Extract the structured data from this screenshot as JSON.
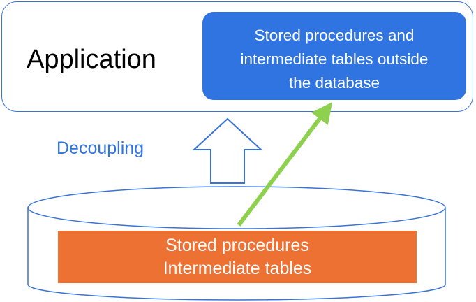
{
  "application": {
    "label": "Application",
    "inner_box": {
      "line1": "Stored procedures and",
      "line2": "intermediate tables outside",
      "line3": "the database"
    }
  },
  "decoupling": {
    "label": "Decoupling"
  },
  "database": {
    "line1": "Stored procedures",
    "line2": "Intermediate tables"
  },
  "colors": {
    "blue": "#2f74e0",
    "orange": "#ee7134",
    "green": "#8ed14e",
    "outline": "#3a73d6"
  }
}
